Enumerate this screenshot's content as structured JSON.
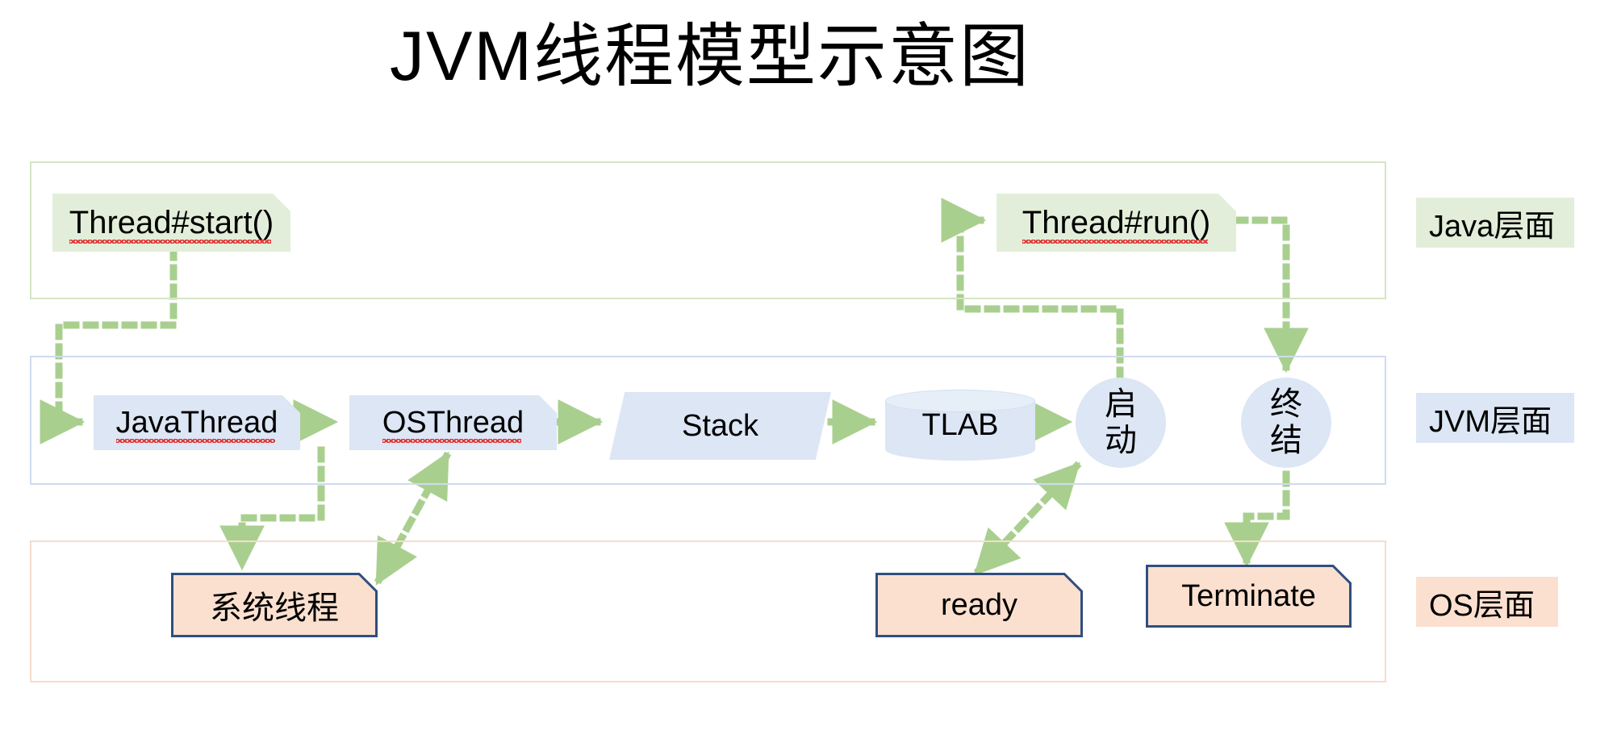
{
  "title": "JVM线程模型示意图",
  "diagram": {
    "type": "layered-flow-diagram",
    "layers": [
      {
        "id": "java",
        "legend_label": "Java层面",
        "color": "#e2eed9",
        "border": "#d5e5c3"
      },
      {
        "id": "jvm",
        "legend_label": "JVM层面",
        "color": "#dce6f4",
        "border": "#cfdcee"
      },
      {
        "id": "os",
        "legend_label": "OS层面",
        "color": "#fbe0cf",
        "border": "#f6ddcc"
      }
    ],
    "nodes": [
      {
        "id": "thread_start",
        "label": "Thread#start()",
        "layer": "java",
        "shape": "note",
        "fill": "#e2eed9",
        "spellcheck_underline": true
      },
      {
        "id": "thread_run",
        "label": "Thread#run()",
        "layer": "java",
        "shape": "note",
        "fill": "#e2eed9",
        "spellcheck_underline": true
      },
      {
        "id": "java_thread",
        "label": "JavaThread",
        "layer": "jvm",
        "shape": "note",
        "fill": "#dce6f4",
        "spellcheck_underline": true
      },
      {
        "id": "os_thread",
        "label": "OSThread",
        "layer": "jvm",
        "shape": "note",
        "fill": "#dce6f4",
        "spellcheck_underline": true
      },
      {
        "id": "stack",
        "label": "Stack",
        "layer": "jvm",
        "shape": "trapezoid",
        "fill": "#dce6f4",
        "spellcheck_underline": false
      },
      {
        "id": "tlab",
        "label": "TLAB",
        "layer": "jvm",
        "shape": "cylinder",
        "fill": "#dce6f4",
        "spellcheck_underline": false
      },
      {
        "id": "qidong",
        "label": "启动",
        "layer": "jvm",
        "shape": "circle",
        "fill": "#dce6f4",
        "spellcheck_underline": false
      },
      {
        "id": "zhongjie",
        "label": "终结",
        "layer": "jvm",
        "shape": "circle",
        "fill": "#dce6f4",
        "spellcheck_underline": false
      },
      {
        "id": "sys_thread",
        "label": "系统线程",
        "layer": "os",
        "shape": "note-outlined",
        "fill": "#fbe0cf",
        "stroke": "#2f4f7f",
        "spellcheck_underline": false
      },
      {
        "id": "ready",
        "label": "ready",
        "layer": "os",
        "shape": "note-outlined",
        "fill": "#fbe0cf",
        "stroke": "#2f4f7f",
        "spellcheck_underline": false
      },
      {
        "id": "terminate",
        "label": "Terminate",
        "layer": "os",
        "shape": "note-outlined",
        "fill": "#fbe0cf",
        "stroke": "#2f4f7f",
        "spellcheck_underline": false
      }
    ],
    "edges": [
      {
        "from": "thread_start",
        "to": "java_thread",
        "style": "dotted",
        "arrow": "single"
      },
      {
        "from": "java_thread",
        "to": "os_thread",
        "style": "dotted",
        "arrow": "single"
      },
      {
        "from": "os_thread",
        "to": "stack",
        "style": "dotted",
        "arrow": "single"
      },
      {
        "from": "stack",
        "to": "tlab",
        "style": "dotted",
        "arrow": "single"
      },
      {
        "from": "tlab",
        "to": "qidong",
        "style": "dotted",
        "arrow": "single"
      },
      {
        "from": "qidong",
        "to": "thread_run",
        "style": "dotted",
        "arrow": "single"
      },
      {
        "from": "thread_run",
        "to": "zhongjie",
        "style": "dotted",
        "arrow": "single"
      },
      {
        "from": "java_thread",
        "to": "sys_thread",
        "style": "dotted",
        "arrow": "single"
      },
      {
        "from": "sys_thread",
        "to": "os_thread",
        "style": "dotted",
        "arrow": "single"
      },
      {
        "from": "ready",
        "to": "qidong",
        "style": "dotted",
        "arrow": "double"
      },
      {
        "from": "zhongjie",
        "to": "terminate",
        "style": "dotted",
        "arrow": "single"
      }
    ],
    "edge_color": "#a9cf8f"
  }
}
